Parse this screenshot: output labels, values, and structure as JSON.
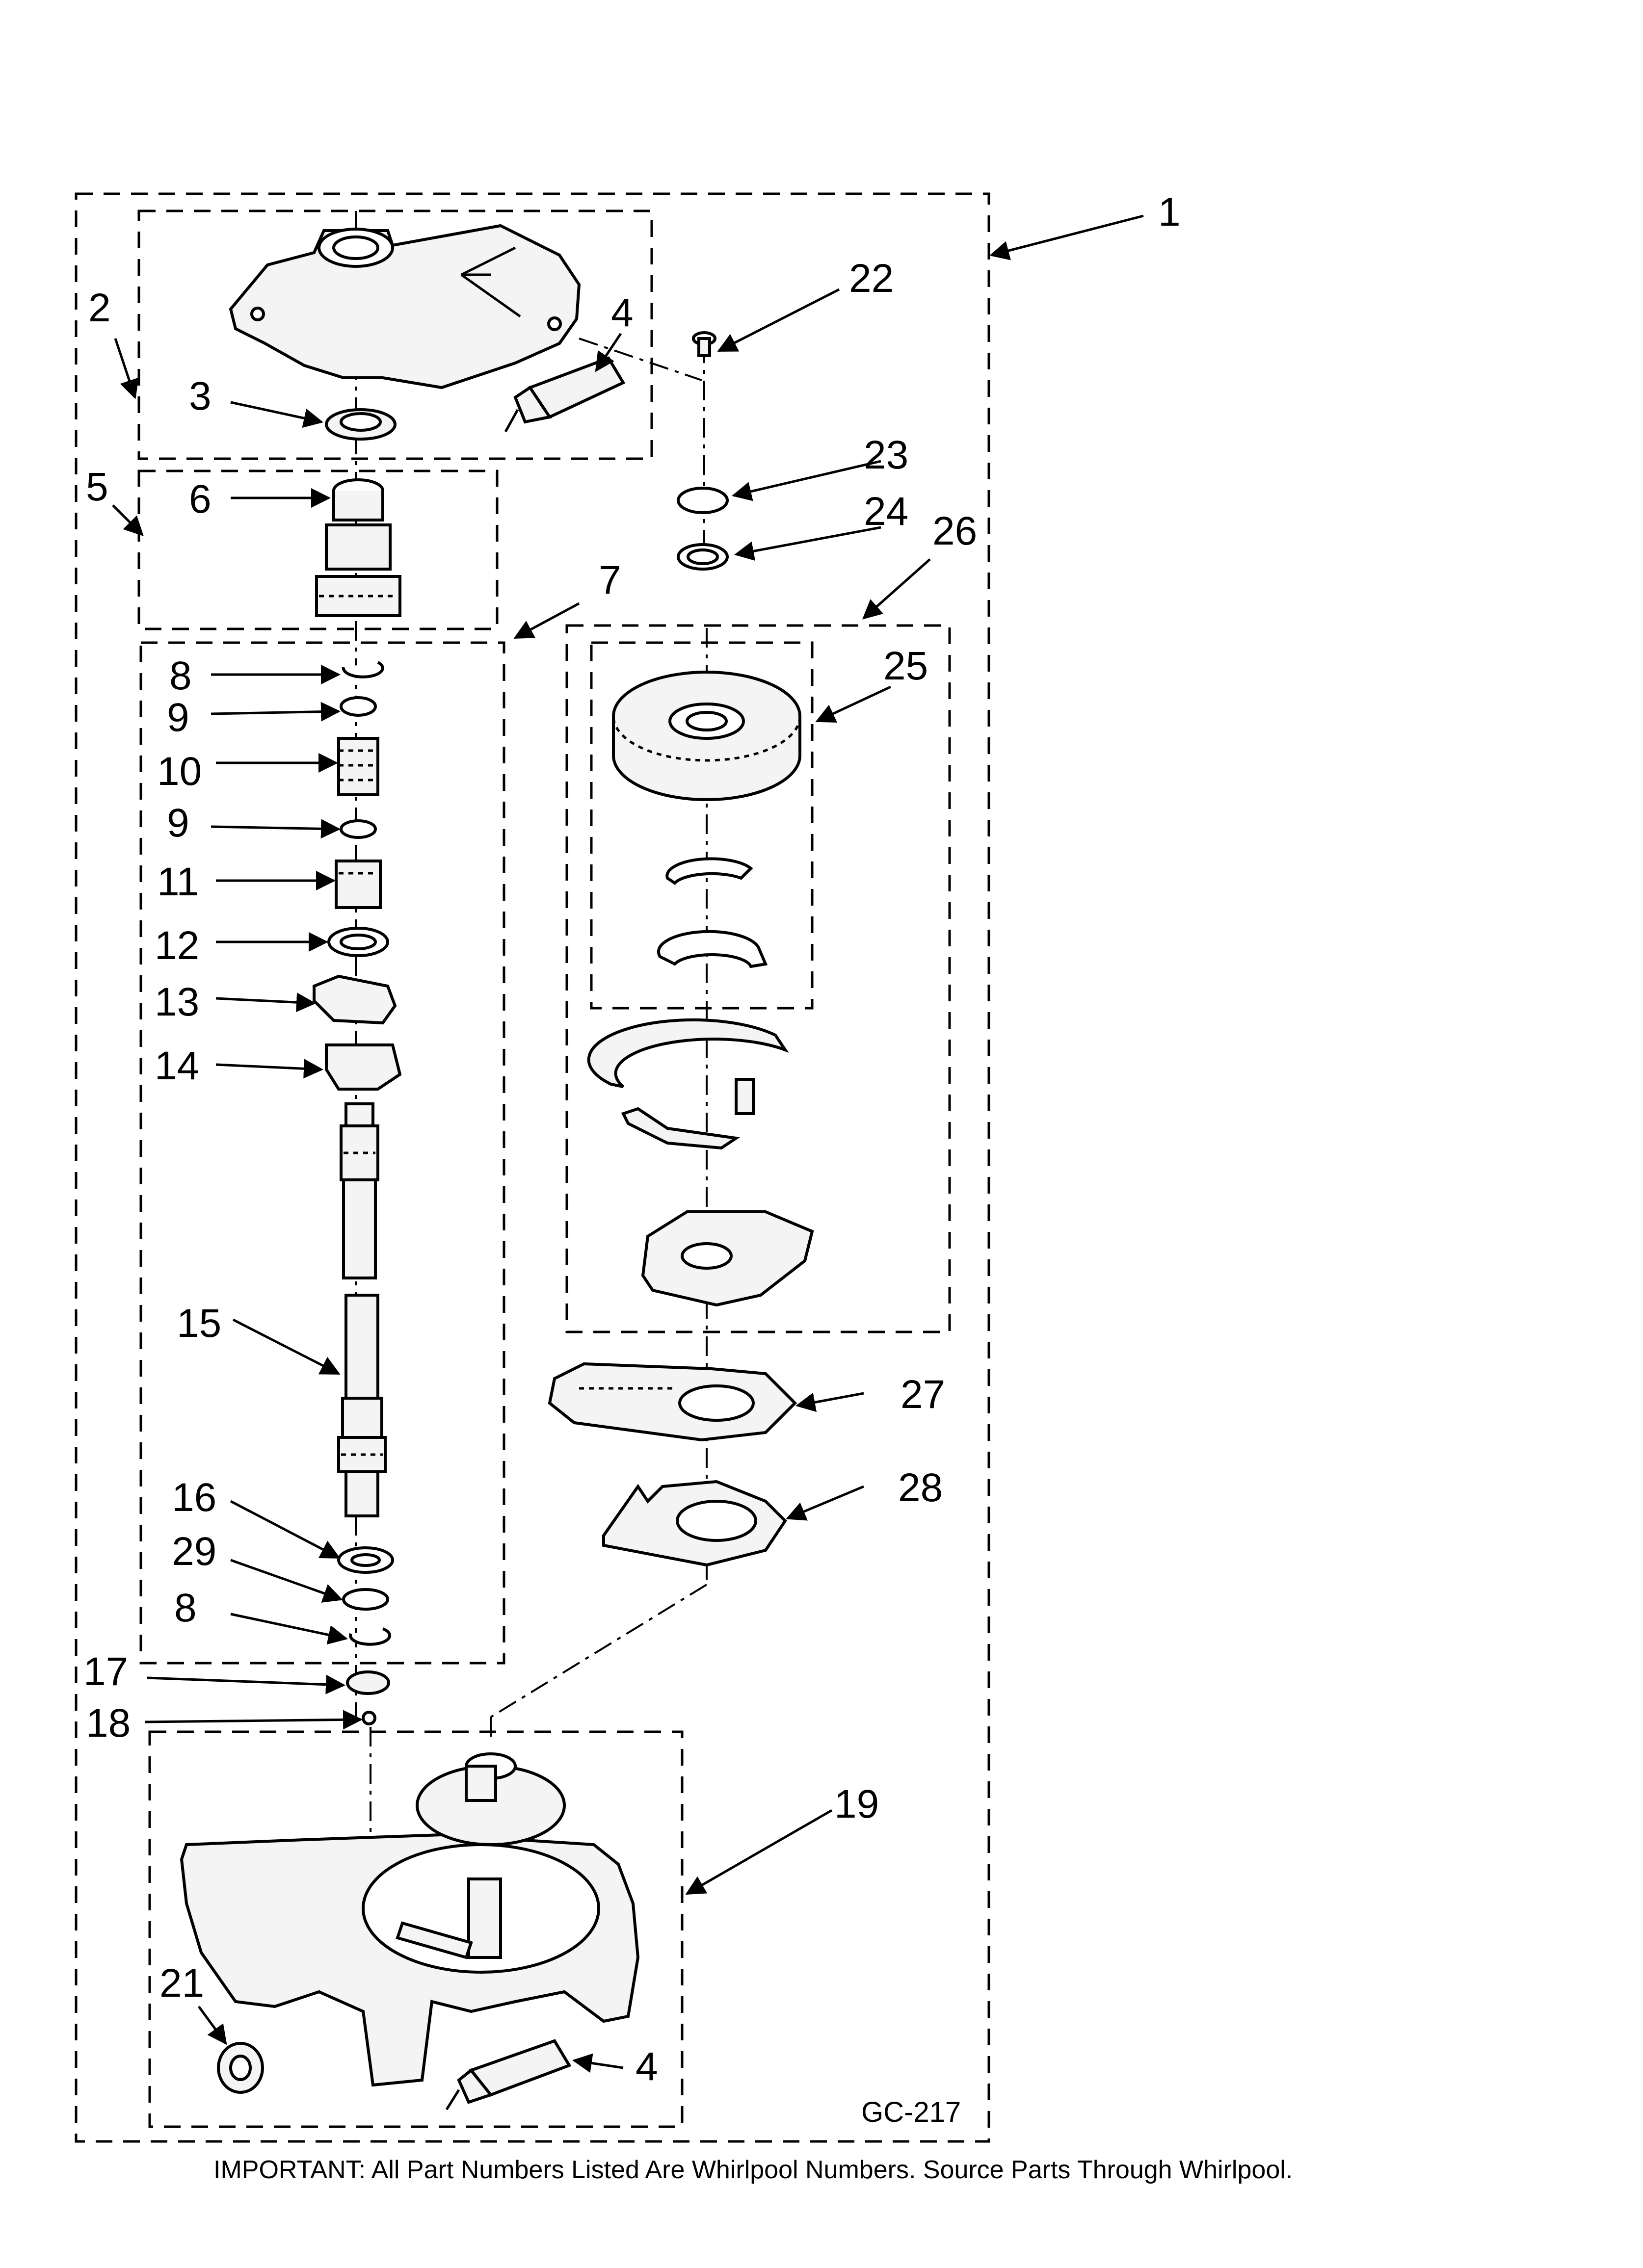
{
  "diagram": {
    "figure_code": "GC-217",
    "footer_note": "IMPORTANT: All Part Numbers Listed Are Whirlpool Numbers. Source Parts Through Whirlpool.",
    "callouts": {
      "c1": "1",
      "c2": "2",
      "c3": "3",
      "c4a": "4",
      "c4b": "4",
      "c5": "5",
      "c6": "6",
      "c7": "7",
      "c8a": "8",
      "c8b": "8",
      "c9a": "9",
      "c9b": "9",
      "c10": "10",
      "c11": "11",
      "c12": "12",
      "c13": "13",
      "c14": "14",
      "c15": "15",
      "c16": "16",
      "c17": "17",
      "c18": "18",
      "c19": "19",
      "c21": "21",
      "c22": "22",
      "c23": "23",
      "c24": "24",
      "c25": "25",
      "c26": "26",
      "c27": "27",
      "c28": "28",
      "c29": "29"
    }
  }
}
